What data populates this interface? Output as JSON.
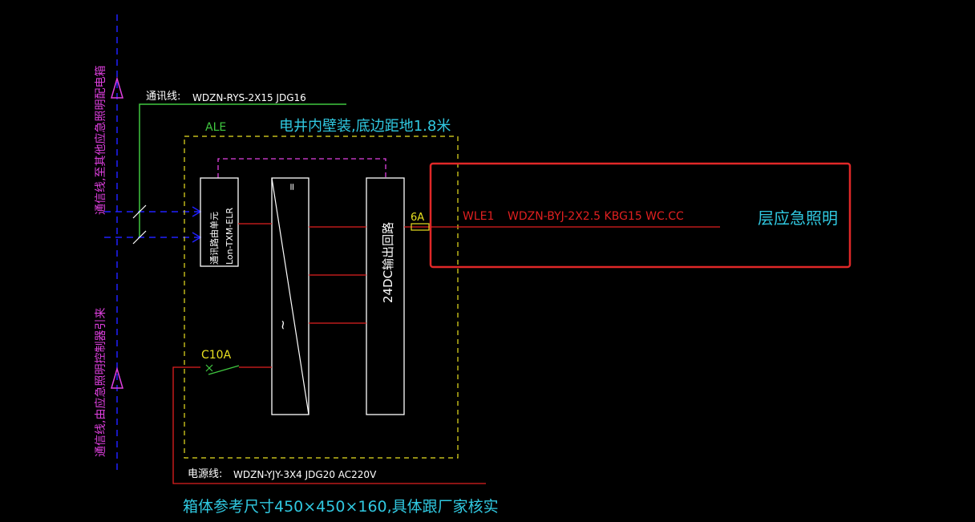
{
  "colors": {
    "background": "#000000",
    "magenta": "#e040e0",
    "blue": "#2020ff",
    "green": "#40c840",
    "cyan": "#30c8e0",
    "red": "#e02020",
    "white": "#ffffff",
    "yellow": "#e8e020",
    "highlight": "#e02828"
  },
  "labels": {
    "comm_line_label": "通讯线:",
    "comm_cable": "WDZN-RYS-2X15 JDG16",
    "panel_name": "ALE",
    "mount_note": "电井内壁装,底边距地1.8米",
    "comm_unit_line1": "通讯路由单元",
    "comm_unit_line2": "Lon-TXM-ELR",
    "rectifier_symbol_top": "=",
    "rectifier_symbol_bottom": "~",
    "output_module": "24DC输出回路",
    "fuse_rating": "6A",
    "circuit_id": "WLE1",
    "circuit_cable": "WDZN-BYJ-2X2.5 KBG15 WC.CC",
    "load_name": "层应急照明",
    "breaker_rating": "C10A",
    "power_line_label": "电源线:",
    "power_cable": "WDZN-YJY-3X4 JDG20 AC220V",
    "box_size_note": "箱体参考尺寸450×450×160,具体跟厂家核实",
    "vertical_note_top": "通信线,至其他应急照明配电箱",
    "vertical_note_bottom": "通信线,由应急照明控制器引来"
  }
}
